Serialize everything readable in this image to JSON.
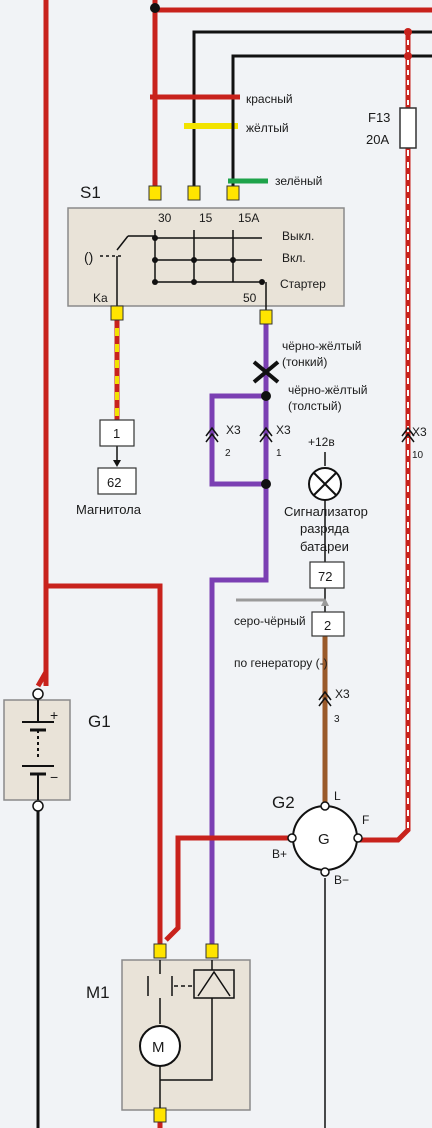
{
  "colors": {
    "wire_red": "#c8221c",
    "wire_black": "#111111",
    "wire_purple": "#7b3fb3",
    "wire_brown": "#9a5a2a",
    "wire_yellow": "#f2e300",
    "wire_green": "#1ea34a",
    "wire_gray": "#9a9a9a",
    "wire_white": "#ffffff",
    "box_fill": "#e9e3d8",
    "connector": "#ffe400"
  },
  "wires": {
    "red": "красный",
    "yellow": "жёлтый",
    "green": "зелёный",
    "black_yellow_thin_1": "чёрно-жёлтый",
    "black_yellow_thin_2": "(тонкий)",
    "black_yellow_thick_1": "чёрно-жёлтый",
    "black_yellow_thick_2": "(толстый)",
    "gray_black": "серо-чёрный",
    "to_generator": "по генератору (-)"
  },
  "fuse": {
    "id": "F13",
    "rating": "20A"
  },
  "switch": {
    "ref": "S1",
    "pin_30": "30",
    "pin_15": "15",
    "pin_15a": "15A",
    "pin_ka": "Ka",
    "pin_50": "50",
    "off": "Выкл.",
    "on": "Вкл.",
    "starter": "Стартер",
    "key_glyph": "()"
  },
  "connectors": {
    "x3": "X3",
    "x3_alt": "X3",
    "pin_2": "2",
    "pin_1": "1",
    "pin_10": "10",
    "pin_3": "3"
  },
  "radio": {
    "pin": "1",
    "block": "62",
    "label": "Магнитола"
  },
  "lamp": {
    "voltage": "+12в",
    "label_1": "Сигнализатор",
    "label_2": "разряда",
    "label_3": "батареи",
    "block": "72",
    "pin": "2"
  },
  "battery": {
    "ref": "G1",
    "plus": "+",
    "minus": "−"
  },
  "generator": {
    "ref": "G2",
    "symbol": "G",
    "pin_l": "L",
    "pin_f": "F",
    "pin_bplus": "B+",
    "pin_bminus": "B−"
  },
  "starter_motor": {
    "ref": "M1",
    "symbol": "M"
  }
}
